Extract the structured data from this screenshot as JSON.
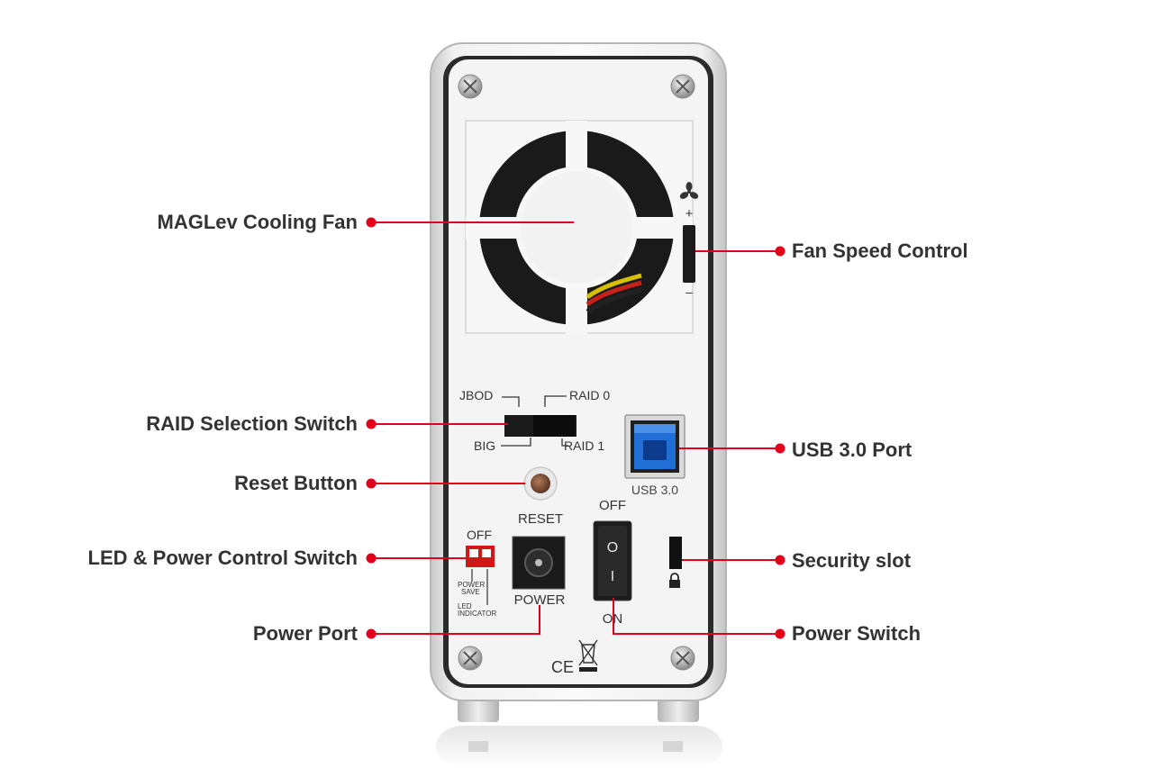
{
  "accent_color": "#e4001b",
  "callouts_left": [
    {
      "id": "maglev-cooling-fan",
      "label": "MAGLev Cooling Fan"
    },
    {
      "id": "raid-selection-switch",
      "label": "RAID Selection Switch"
    },
    {
      "id": "reset-button",
      "label": "Reset Button"
    },
    {
      "id": "led-power-control-switch",
      "label": "LED & Power Control Switch"
    },
    {
      "id": "power-port",
      "label": "Power Port"
    }
  ],
  "callouts_right": [
    {
      "id": "fan-speed-control",
      "label": "Fan Speed Control"
    },
    {
      "id": "usb-3-port",
      "label": "USB 3.0 Port"
    },
    {
      "id": "security-slot",
      "label": "Security slot"
    },
    {
      "id": "power-switch",
      "label": "Power Switch"
    }
  ],
  "device_labels": {
    "fan_plus": "+",
    "fan_minus": "–",
    "jbod": "JBOD",
    "raid0": "RAID 0",
    "big": "BIG",
    "raid1": "RAID 1",
    "usb": "USB 3.0",
    "reset": "RESET",
    "led_off": "OFF",
    "power_save_1": "POWER",
    "power_save_2": "SAVE",
    "led_indicator_1": "LED",
    "led_indicator_2": "INDICATOR",
    "power": "POWER",
    "switch_off": "OFF",
    "switch_on": "ON",
    "rocker_top": "O",
    "rocker_bottom": "I",
    "ce_mark": "CE"
  }
}
